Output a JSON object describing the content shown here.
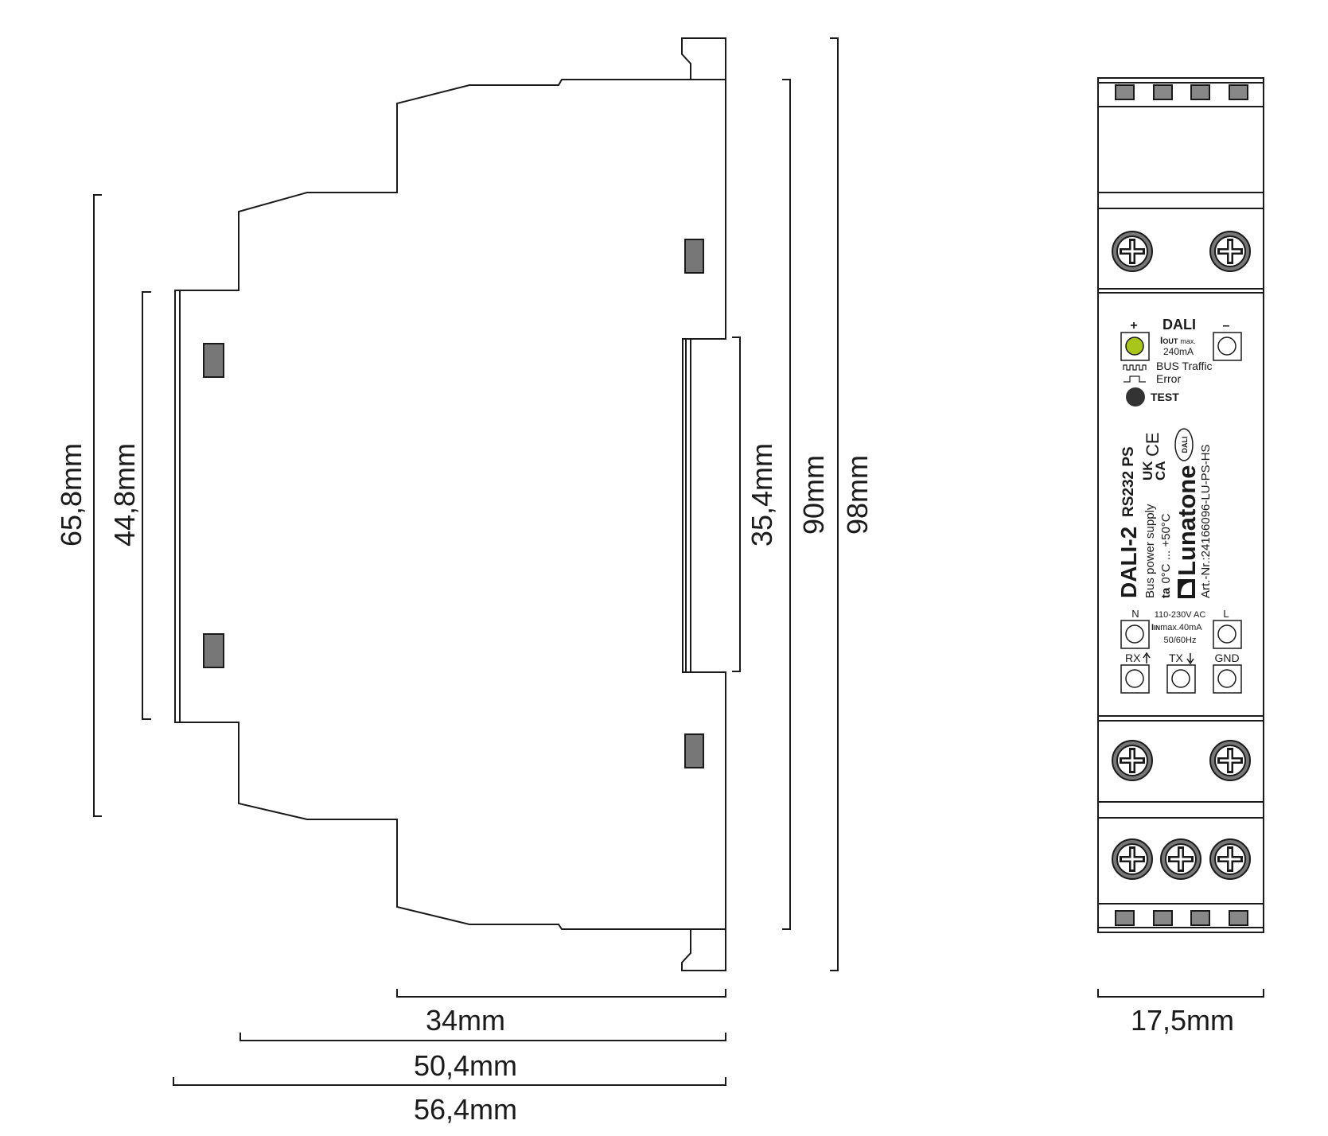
{
  "dimensions": {
    "height_65_8": "65,8mm",
    "height_44_8": "44,8mm",
    "height_35_4": "35,4mm",
    "height_90": "90mm",
    "height_98": "98mm",
    "depth_34": "34mm",
    "depth_50_4": "50,4mm",
    "depth_56_4": "56,4mm",
    "width_17_5": "17,5mm"
  },
  "front_label": {
    "dali_title": "DALI",
    "plus": "+",
    "minus": "–",
    "iout_prefix": "I",
    "iout_sub": "OUT",
    "iout_max": "max.",
    "iout_value": "240mA",
    "bus_traffic": "BUS Traffic",
    "error": "Error",
    "test": "TEST",
    "product": "DALI-2",
    "variant": "RS232 PS",
    "desc": "Bus power supply",
    "ta_prefix": "ta",
    "ta_range": "0°C ... +50°C",
    "brand": "Lunatone",
    "art_nr": "Art.-Nr.:24166096-LU-PS-HS",
    "ukca_1": "UK",
    "ukca_2": "CA",
    "ce": "CE",
    "dali_logo": "DALI",
    "n": "N",
    "l": "L",
    "voltage": "110-230V AC",
    "iin_prefix": "I",
    "iin_sub": "IN",
    "iin_rest": "max.40mA",
    "freq": "50/60Hz",
    "rx": "RX",
    "tx": "TX",
    "gnd": "GND"
  },
  "colors": {
    "led_green": "#a8c61a",
    "test_button": "#333333",
    "clip_grey": "#888888",
    "screw_grey": "#777777"
  }
}
